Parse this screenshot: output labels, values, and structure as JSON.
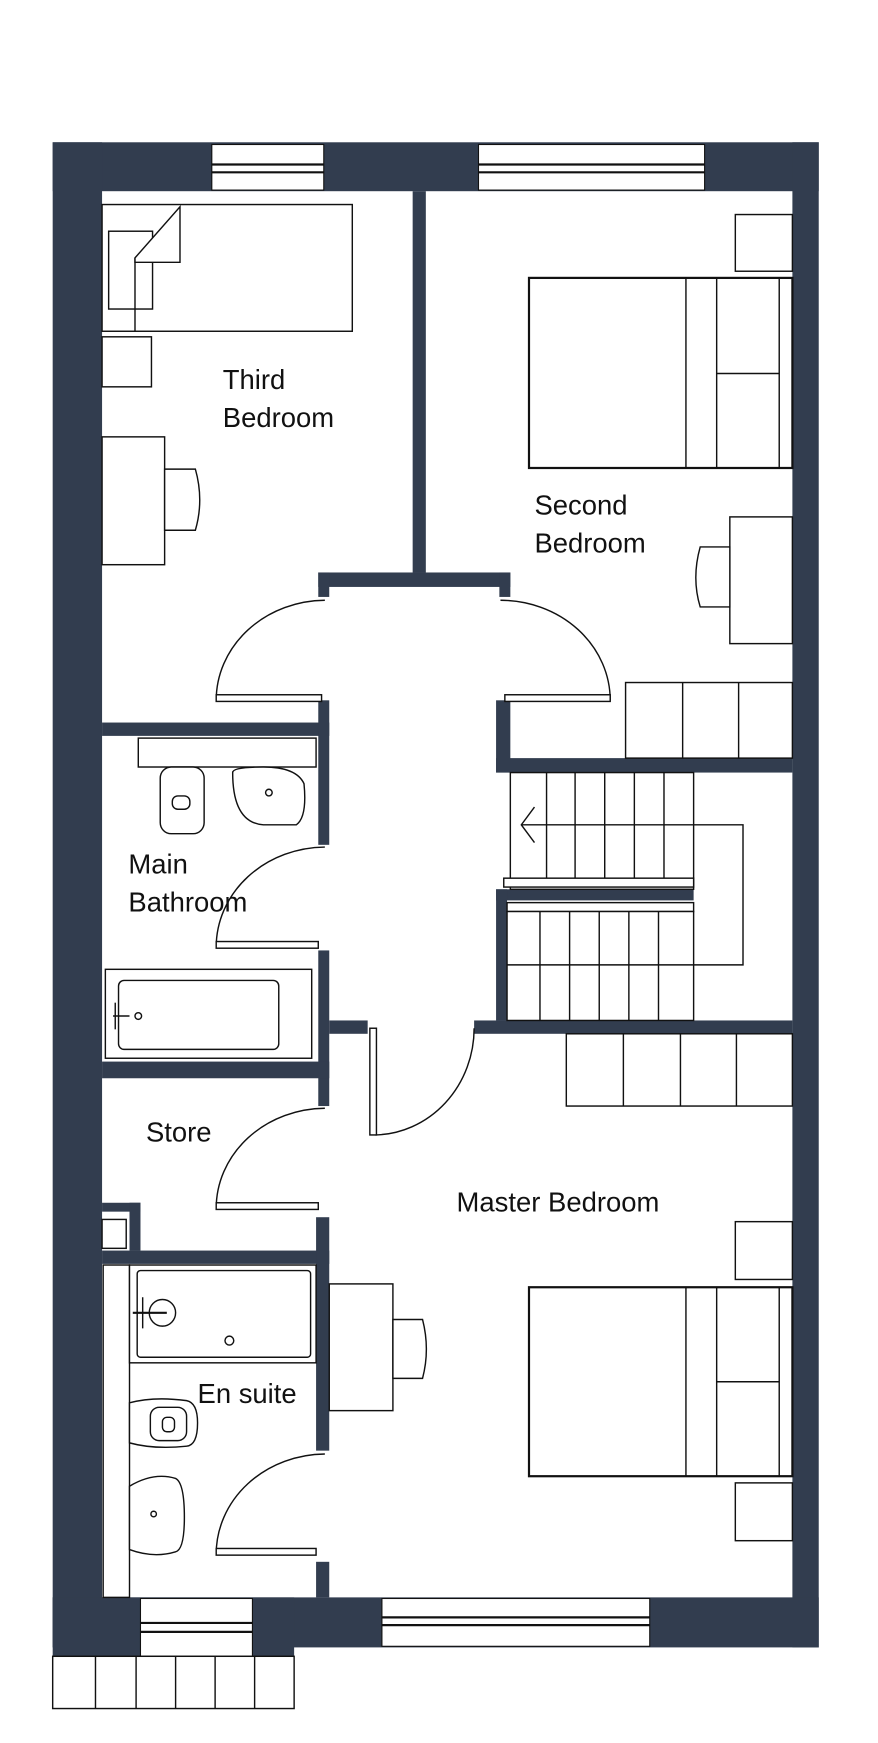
{
  "plan": {
    "rooms": {
      "third_bedroom": [
        "Third",
        "Bedroom"
      ],
      "second_bedroom": [
        "Second",
        "Bedroom"
      ],
      "main_bathroom": [
        "Main",
        "Bathroom"
      ],
      "store": "Store",
      "master_bedroom": "Master Bedroom",
      "en_suite": "En suite"
    },
    "colors": {
      "wall": "#323d4f",
      "line": "#111111"
    }
  }
}
